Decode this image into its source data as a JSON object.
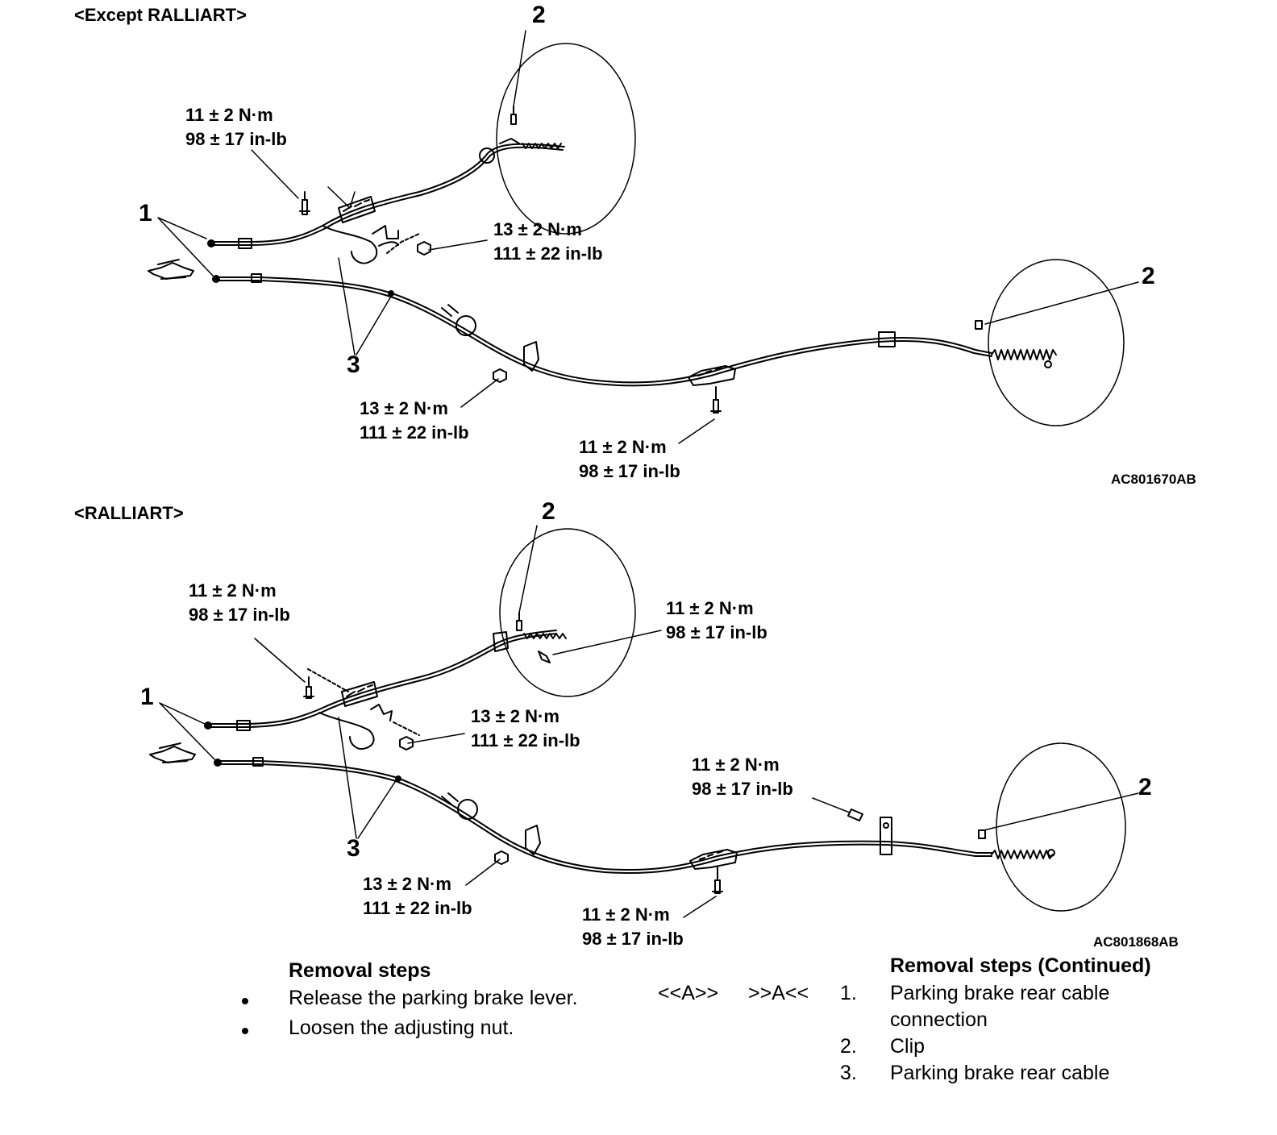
{
  "sections": [
    {
      "title": "<Except RALLIART>",
      "figure_id": "AC801670AB",
      "torques": [
        {
          "line1": "11 ± 2 N·m",
          "line2": "98 ± 17 in-lb"
        },
        {
          "line1": "13 ± 2 N·m",
          "line2": "111 ± 22 in-lb"
        },
        {
          "line1": "13 ± 2 N·m",
          "line2": "111 ± 22 in-lb"
        },
        {
          "line1": "11 ± 2 N·m",
          "line2": "98 ± 17 in-lb"
        }
      ],
      "callouts": [
        "1",
        "2",
        "2",
        "3"
      ]
    },
    {
      "title": "<RALLIART>",
      "figure_id": "AC801868AB",
      "torques": [
        {
          "line1": "11 ± 2 N·m",
          "line2": "98 ± 17 in-lb"
        },
        {
          "line1": "11 ± 2 N·m",
          "line2": "98 ± 17 in-lb"
        },
        {
          "line1": "13 ± 2 N·m",
          "line2": "111 ± 22 in-lb"
        },
        {
          "line1": "11 ± 2 N·m",
          "line2": "98 ± 17 in-lb"
        },
        {
          "line1": "13 ± 2 N·m",
          "line2": "111 ± 22 in-lb"
        },
        {
          "line1": "11 ± 2 N·m",
          "line2": "98 ± 17 in-lb"
        }
      ],
      "callouts": [
        "1",
        "2",
        "2",
        "3"
      ]
    }
  ],
  "removal": {
    "title": "Removal steps",
    "bullets": [
      "Release the parking brake lever.",
      "Loosen the adjusting nut."
    ],
    "marks": [
      "<<A>>",
      ">>A<<"
    ],
    "continued_title": "Removal steps (Continued)",
    "items": [
      {
        "num": "1.",
        "text": "Parking brake rear cable",
        "text2": "connection"
      },
      {
        "num": "2.",
        "text": "Clip"
      },
      {
        "num": "3.",
        "text": "Parking brake rear cable"
      }
    ]
  }
}
